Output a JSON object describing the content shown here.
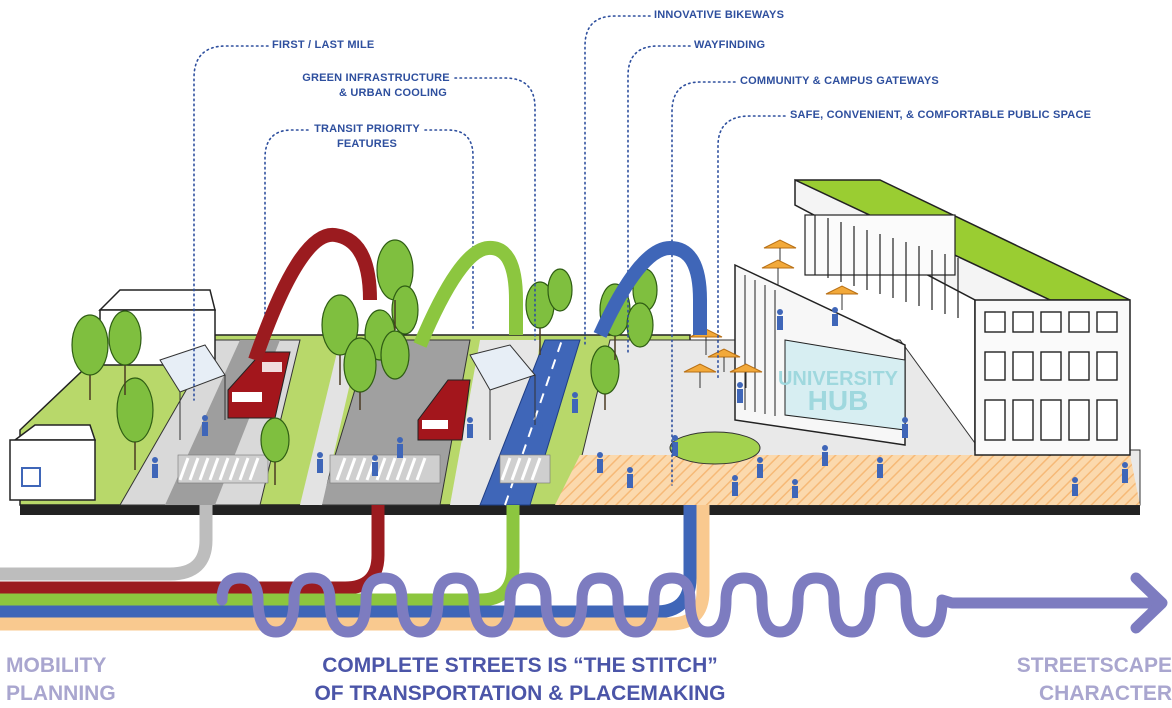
{
  "callouts": {
    "first_last_mile": "FIRST / LAST MILE",
    "green_infra_1": "GREEN INFRASTRUCTURE",
    "green_infra_2": "& URBAN COOLING",
    "transit_1": "TRANSIT PRIORITY",
    "transit_2": "FEATURES",
    "bikeways": "INNOVATIVE BIKEWAYS",
    "wayfinding": "WAYFINDING",
    "gateways": "COMMUNITY & CAMPUS GATEWAYS",
    "public_space": "SAFE, CONVENIENT, & COMFORTABLE PUBLIC SPACE"
  },
  "building": {
    "sign_1": "UNIVERSITY",
    "sign_2": "HUB"
  },
  "bottom": {
    "left_1": "MOBILITY",
    "left_2": "PLANNING",
    "center_1": "COMPLETE STREETS IS “THE STITCH”",
    "center_2": "OF TRANSPORTATION & PLACEMAKING",
    "right_1": "STREETSCAPE",
    "right_2": "CHARACTER"
  },
  "colors": {
    "grey": "#bdbdbd",
    "red": "#9b1b1f",
    "green": "#8cc63f",
    "blue": "#3f66b8",
    "orange": "#f9c98f",
    "stitch": "#7d7cc0",
    "callout_text": "#2e4f9e",
    "lawn": "#a3d24f",
    "tree": "#7fbf3f"
  }
}
